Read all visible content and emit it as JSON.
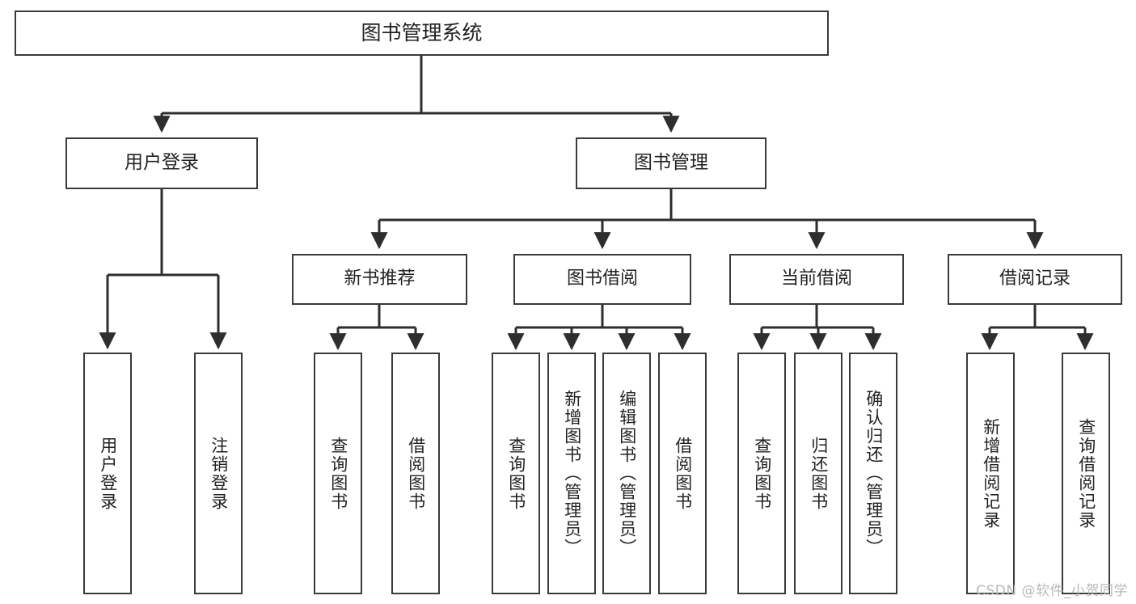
{
  "diagram": {
    "type": "tree-hierarchy",
    "title": "图书管理系统",
    "orientation": "top-down",
    "colors": {
      "box_border": "#3a3a3a",
      "box_fill": "#ffffff",
      "edge": "#2e2e2e",
      "text": "#222222",
      "watermark": "#b9b9b9",
      "background": "#ffffff"
    },
    "nodes": {
      "root": {
        "label": "图书管理系统"
      },
      "level2": [
        {
          "id": "user-login",
          "label": "用户登录"
        },
        {
          "id": "book-management",
          "label": "图书管理"
        }
      ],
      "level3": [
        {
          "id": "new-book-recommend",
          "label": "新书推荐"
        },
        {
          "id": "book-borrow",
          "label": "图书借阅"
        },
        {
          "id": "current-borrow",
          "label": "当前借阅"
        },
        {
          "id": "borrow-record",
          "label": "借阅记录"
        }
      ],
      "leaves": {
        "user-login": [
          {
            "id": "leaf-user-login",
            "label": "用户登录"
          },
          {
            "id": "leaf-user-logout",
            "label": "注销登录"
          }
        ],
        "new-book-recommend": [
          {
            "id": "leaf-query-book-1",
            "label": "查询图书"
          },
          {
            "id": "leaf-borrow-book-1",
            "label": "借阅图书"
          }
        ],
        "book-borrow": [
          {
            "id": "leaf-query-book-2",
            "label": "查询图书"
          },
          {
            "id": "leaf-add-book",
            "label": "新增图书（管理员）"
          },
          {
            "id": "leaf-edit-book",
            "label": "编辑图书（管理员）"
          },
          {
            "id": "leaf-borrow-book-2",
            "label": "借阅图书"
          }
        ],
        "current-borrow": [
          {
            "id": "leaf-query-book-3",
            "label": "查询图书"
          },
          {
            "id": "leaf-return-book",
            "label": "归还图书"
          },
          {
            "id": "leaf-confirm-return",
            "label": "确认归还（管理员）"
          }
        ],
        "borrow-record": [
          {
            "id": "leaf-add-record",
            "label": "新增借阅记录"
          },
          {
            "id": "leaf-query-record",
            "label": "查询借阅记录"
          }
        ]
      }
    },
    "watermark": "CSDN @软件_小贺同学"
  }
}
